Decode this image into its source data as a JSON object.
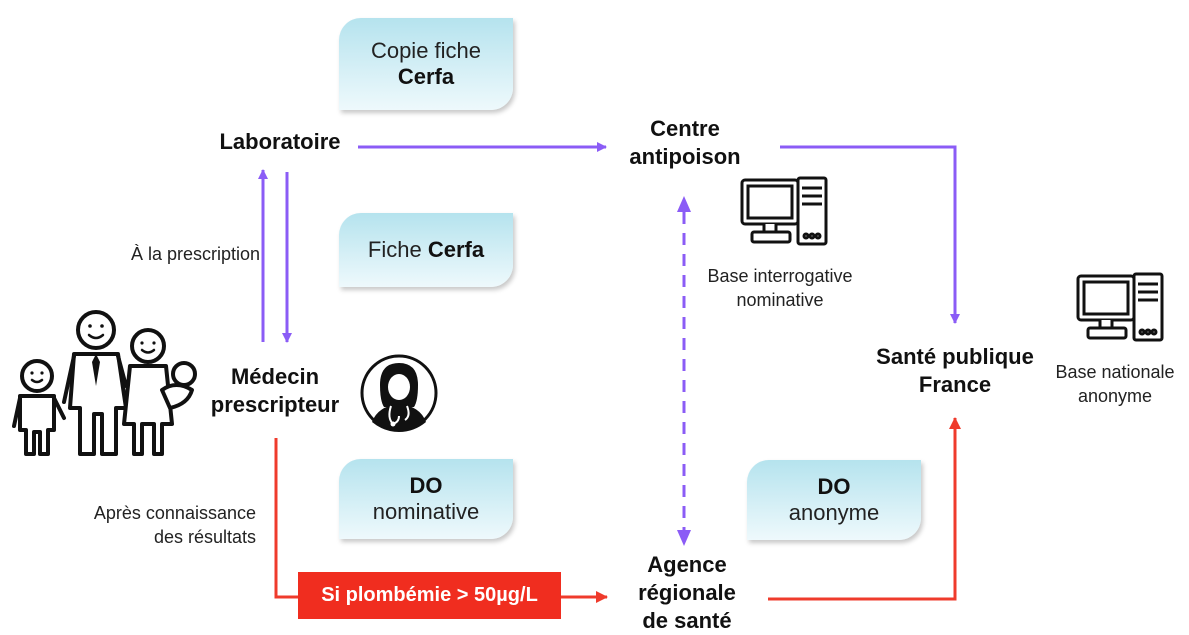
{
  "tiles": {
    "copie_cerfa": {
      "line1": "Copie fiche",
      "line2": "Cerfa"
    },
    "fiche_cerfa": {
      "prefix": "Fiche ",
      "bold": "Cerfa"
    },
    "do_nominative": {
      "line1": "DO",
      "line2": "nominative"
    },
    "do_anonyme": {
      "line1": "DO",
      "line2": "anonyme"
    }
  },
  "nodes": {
    "laboratoire": "Laboratoire",
    "centre_line1": "Centre",
    "centre_line2": "antipoison",
    "medecin_line1": "Médecin",
    "medecin_line2": "prescripteur",
    "sante_line1": "Santé publique",
    "sante_line2": "France",
    "agence_line1": "Agence",
    "agence_line2": "régionale",
    "agence_line3": "de santé"
  },
  "notes": {
    "a_la_prescription": "À la prescription",
    "apres_line1": "Après connaissance",
    "apres_line2": "des résultats",
    "base_interrogative_line1": "Base interrogative",
    "base_interrogative_line2": "nominative",
    "base_nationale_line1": "Base nationale",
    "base_nationale_line2": "anonyme"
  },
  "alert_label": "Si plombémie > 50µg/L",
  "icons": [
    "family-icon",
    "doctor-icon",
    "computer-icon"
  ],
  "colors": {
    "flow_purple": "#8b5cf6",
    "flow_red": "#ef3b2c",
    "tile_blue": "#bfe6f0",
    "alert_red": "#f02d1f"
  }
}
